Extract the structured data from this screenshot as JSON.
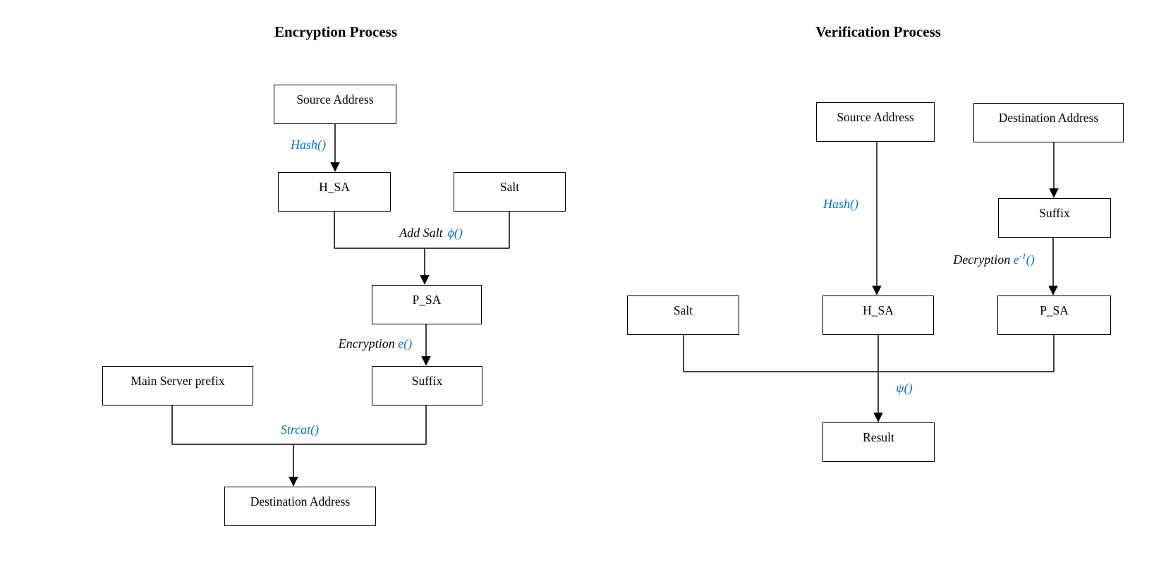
{
  "colors": {
    "accent_blue": "#0070C0",
    "line_black": "#000000",
    "background": "#ffffff"
  },
  "encryption": {
    "title": "Encryption Process",
    "nodes": {
      "source": {
        "label": "Source Address"
      },
      "hsa": {
        "label": "H_SA"
      },
      "salt": {
        "label": "Salt"
      },
      "psa": {
        "label": "P_SA"
      },
      "suffix": {
        "label": "Suffix"
      },
      "main_server": {
        "label": "Main Server prefix"
      },
      "destination": {
        "label": "Destination Address"
      }
    },
    "edges": {
      "hash": {
        "blue": "Hash()"
      },
      "add_salt": {
        "black": "Add Salt",
        "blue": "ϕ()"
      },
      "encryption": {
        "black": "Encryption",
        "blue": "e()"
      },
      "strcat": {
        "blue": "Strcat()"
      }
    }
  },
  "verification": {
    "title": "Verification Process",
    "nodes": {
      "source": {
        "label": "Source Address"
      },
      "destination": {
        "label": "Destination Address"
      },
      "suffix": {
        "label": "Suffix"
      },
      "salt": {
        "label": "Salt"
      },
      "hsa": {
        "label": "H_SA"
      },
      "psa": {
        "label": "P_SA"
      },
      "result": {
        "label": "Result"
      }
    },
    "edges": {
      "hash": {
        "blue": "Hash()"
      },
      "decryption": {
        "black": "Decryption",
        "blue": "e",
        "sup": "-1",
        "blue2": "()"
      },
      "psi": {
        "blue": "ψ()"
      }
    }
  }
}
